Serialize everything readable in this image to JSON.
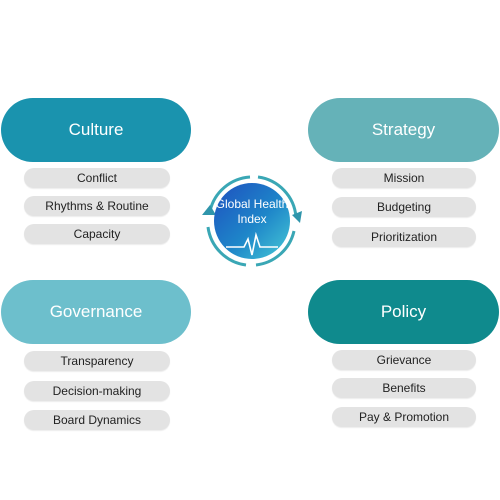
{
  "hub": {
    "title": "Global Health\nIndex"
  },
  "colors": {
    "culture": "#1a93ae",
    "strategy": "#65b2b8",
    "governance": "#6dbfcc",
    "policy": "#0f8a8d",
    "pill": "#e3e3e3",
    "arrow": "#3aa7b5"
  },
  "culture": {
    "title": "Culture",
    "items": [
      "Conflict",
      "Rhythms & Routine",
      "Capacity"
    ]
  },
  "strategy": {
    "title": "Strategy",
    "items": [
      "Mission",
      "Budgeting",
      "Prioritization"
    ]
  },
  "governance": {
    "title": "Governance",
    "items": [
      "Transparency",
      "Decision-making",
      "Board Dynamics"
    ]
  },
  "policy": {
    "title": "Policy",
    "items": [
      "Grievance",
      "Benefits",
      "Pay & Promotion"
    ]
  }
}
